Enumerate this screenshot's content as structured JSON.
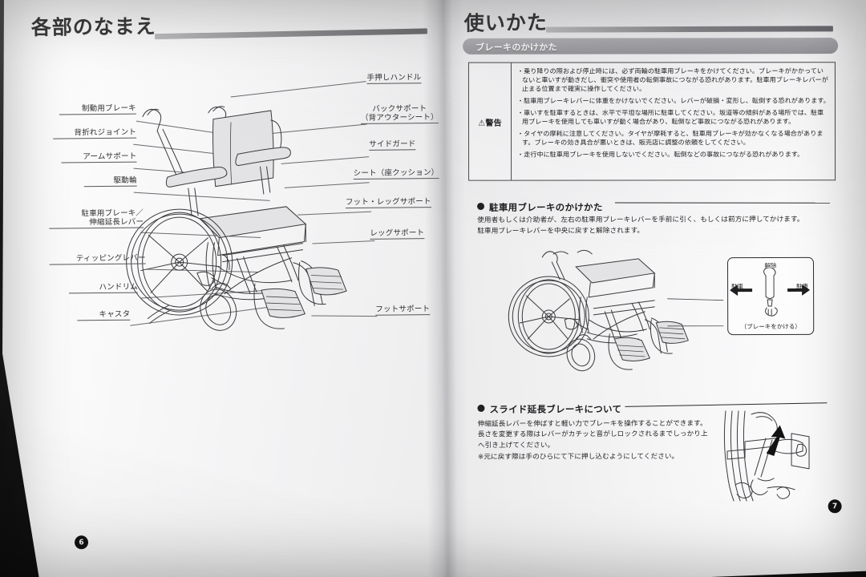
{
  "document": {
    "kind": "wheelchair instruction manual spread",
    "left_page": {
      "title": "各部のなまえ",
      "page_number": "6",
      "labels_left": [
        "制動用ブレーキ",
        "背折れジョイント",
        "アームサポート",
        "駆動輪",
        "駐車用ブレーキ／\n伸縮延長レバー",
        "ティッピングレバー",
        "ハンドリム",
        "キャスタ"
      ],
      "labels_left_flat": [
        "制動用ブレーキ",
        "背折れジョイント",
        "アームサポート",
        "駆動輪",
        "駐車用ブレーキ／",
        "伸縮延長レバー",
        "ティッピングレバー",
        "ハンドリム",
        "キャスタ"
      ],
      "labels_right": [
        "手押しハンドル",
        "バックサポート",
        "（背アウターシート）",
        "サイドガード",
        "シート（座クッション）",
        "フット・レッグサポート",
        "レッグサポート",
        "フットサポート"
      ],
      "figure_caption": "wheelchair-line-drawing"
    },
    "right_page": {
      "title": "使いかた",
      "page_number": "7",
      "section_bar": "ブレーキのかけかた",
      "warning": {
        "label": "⚠警告",
        "items": [
          "・乗り降りの際および停止時には、必ず両輪の駐車用ブレーキをかけてください。ブレーキがかかっていないと車いすが動きだし、衝突や使用者の転倒事故につながる恐れがあります。駐車用ブレーキレバーが止まる位置まで確実に操作してください。",
          "・駐車用ブレーキレバーに体重をかけないでください。レバーが破損・変形し、転倒する恐れがあります。",
          "・車いすを駐車するときは、水平で平坦な場所に駐車してください。坂道等の傾斜がある場所では、駐車用ブレーキを使用しても車いすが動く場合があり、転倒など事故につながる恐れがあります。",
          "・タイヤの摩耗に注意してください。タイヤが摩耗すると、駐車用ブレーキが効かなくなる場合があります。ブレーキの効き具合が悪いときは、販売店に調整の依頼をしてください。",
          "・走行中に駐車用ブレーキを使用しないでください。転倒などの事故につながる恐れがあります。"
        ]
      },
      "section1": {
        "heading": "駐車用ブレーキのかけかた",
        "body_line1": "使用者もしくは介助者が、左右の駐車用ブレーキレバーを手前に引く、もしくは前方に押してかけます。",
        "body_line2": "駐車用ブレーキレバーを中央に戻すと解除されます。"
      },
      "brake_inset": {
        "top_label": "解除",
        "left_label": "駐車",
        "right_label": "駐車",
        "bottom_label": "（ブレーキをかける）",
        "left_arrow": "←",
        "right_arrow": "→"
      },
      "section2": {
        "heading": "スライド延長ブレーキについて",
        "body_line1": "伸縮延長レバーを伸ばすと軽い力でブレーキを操作することができます。",
        "body_line2": "長さを変更する際はレバーがカチッと音がしロックされるまでしっかり上",
        "body_line3": "へ引き上げてください。",
        "body_line4": "※元に戻す際は手のひらにて下に押し込むようにしてください。"
      }
    }
  },
  "colors": {
    "paper": "#f2f2f4",
    "ink": "#1f1f23",
    "rule_gray": "#8d8d93",
    "bar_gray": "#9a9aa1",
    "backdrop": "#141415"
  }
}
